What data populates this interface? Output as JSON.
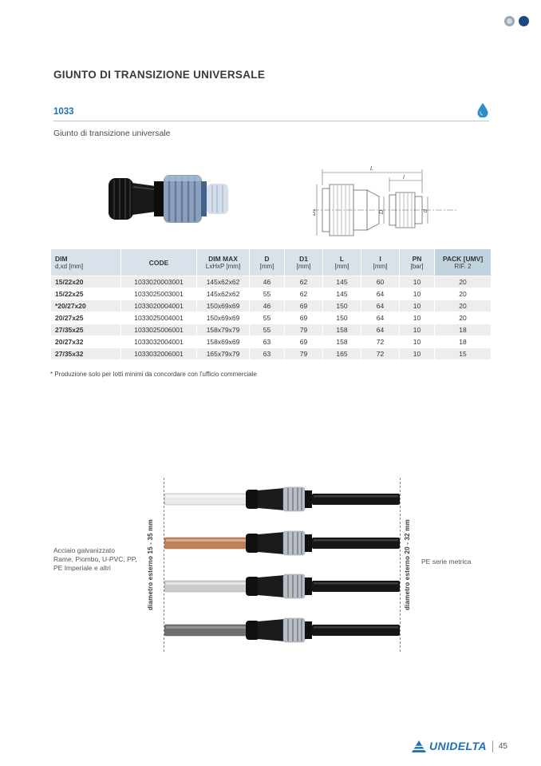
{
  "header": {
    "title": "GIUNTO DI TRANSIZIONE UNIVERSALE",
    "product_code": "1033",
    "subtitle": "Giunto di transizione universale"
  },
  "table": {
    "headers": [
      {
        "line1": "DIM",
        "line2": "d,xd [mm]"
      },
      {
        "line1": "CODE",
        "line2": ""
      },
      {
        "line1": "DIM MAX",
        "line2": "LxHxP [mm]"
      },
      {
        "line1": "D",
        "line2": "[mm]"
      },
      {
        "line1": "D1",
        "line2": "[mm]"
      },
      {
        "line1": "L",
        "line2": "[mm]"
      },
      {
        "line1": "I",
        "line2": "[mm]"
      },
      {
        "line1": "PN",
        "line2": "[bar]"
      },
      {
        "line1": "PACK [UMV]",
        "line2": "RIF. 2"
      }
    ],
    "rows": [
      [
        "15/22x20",
        "1033020003001",
        "145x62x62",
        "46",
        "62",
        "145",
        "60",
        "10",
        "20"
      ],
      [
        "15/22x25",
        "1033025003001",
        "145x62x62",
        "55",
        "62",
        "145",
        "64",
        "10",
        "20"
      ],
      [
        "*20/27x20",
        "1033020004001",
        "150x69x69",
        "46",
        "69",
        "150",
        "64",
        "10",
        "20"
      ],
      [
        "20/27x25",
        "1033025004001",
        "150x69x69",
        "55",
        "69",
        "150",
        "64",
        "10",
        "20"
      ],
      [
        "27/35x25",
        "1033025006001",
        "158x79x79",
        "55",
        "79",
        "158",
        "64",
        "10",
        "18"
      ],
      [
        "20/27x32",
        "1033032004001",
        "158x69x69",
        "63",
        "69",
        "158",
        "72",
        "10",
        "18"
      ],
      [
        "27/35x32",
        "1033032006001",
        "165x79x79",
        "63",
        "79",
        "165",
        "72",
        "10",
        "15"
      ]
    ],
    "footnote": "* Produzione solo per lotti minimi da concordare con l'ufficio commerciale"
  },
  "drawing": {
    "label_L": "L",
    "label_I": "I",
    "label_D1": "D1",
    "label_D": "D",
    "label_d": "d"
  },
  "application": {
    "left_materials": [
      "Acciaio galvanizzato",
      "Rame, Piombo, U-PVC, PP,",
      "PE Imperiale e altri"
    ],
    "left_diameter_label": "diametro esterno 15 - 35 mm",
    "right_diameter_label": "diametro esterno 20 - 32 mm",
    "right_material": "PE serie metrica",
    "pipe_colors": [
      "#e9e9e7",
      "#c1федь",
      "#cccccc",
      "#6f6f6f"
    ]
  },
  "footer": {
    "brand": "UNIDELTA",
    "page_number": "45"
  },
  "colors": {
    "accent_blue": "#1d71b8",
    "table_header_bg": "#d9e2eb",
    "pack_header_bg": "#c2d3e0",
    "pipe_galvanized": "#e9e9e7",
    "pipe_copper": "#c1805a",
    "pipe_gray": "#cccccc",
    "pipe_dark": "#6f6f6f",
    "pe_pipe_black": "#161616"
  }
}
